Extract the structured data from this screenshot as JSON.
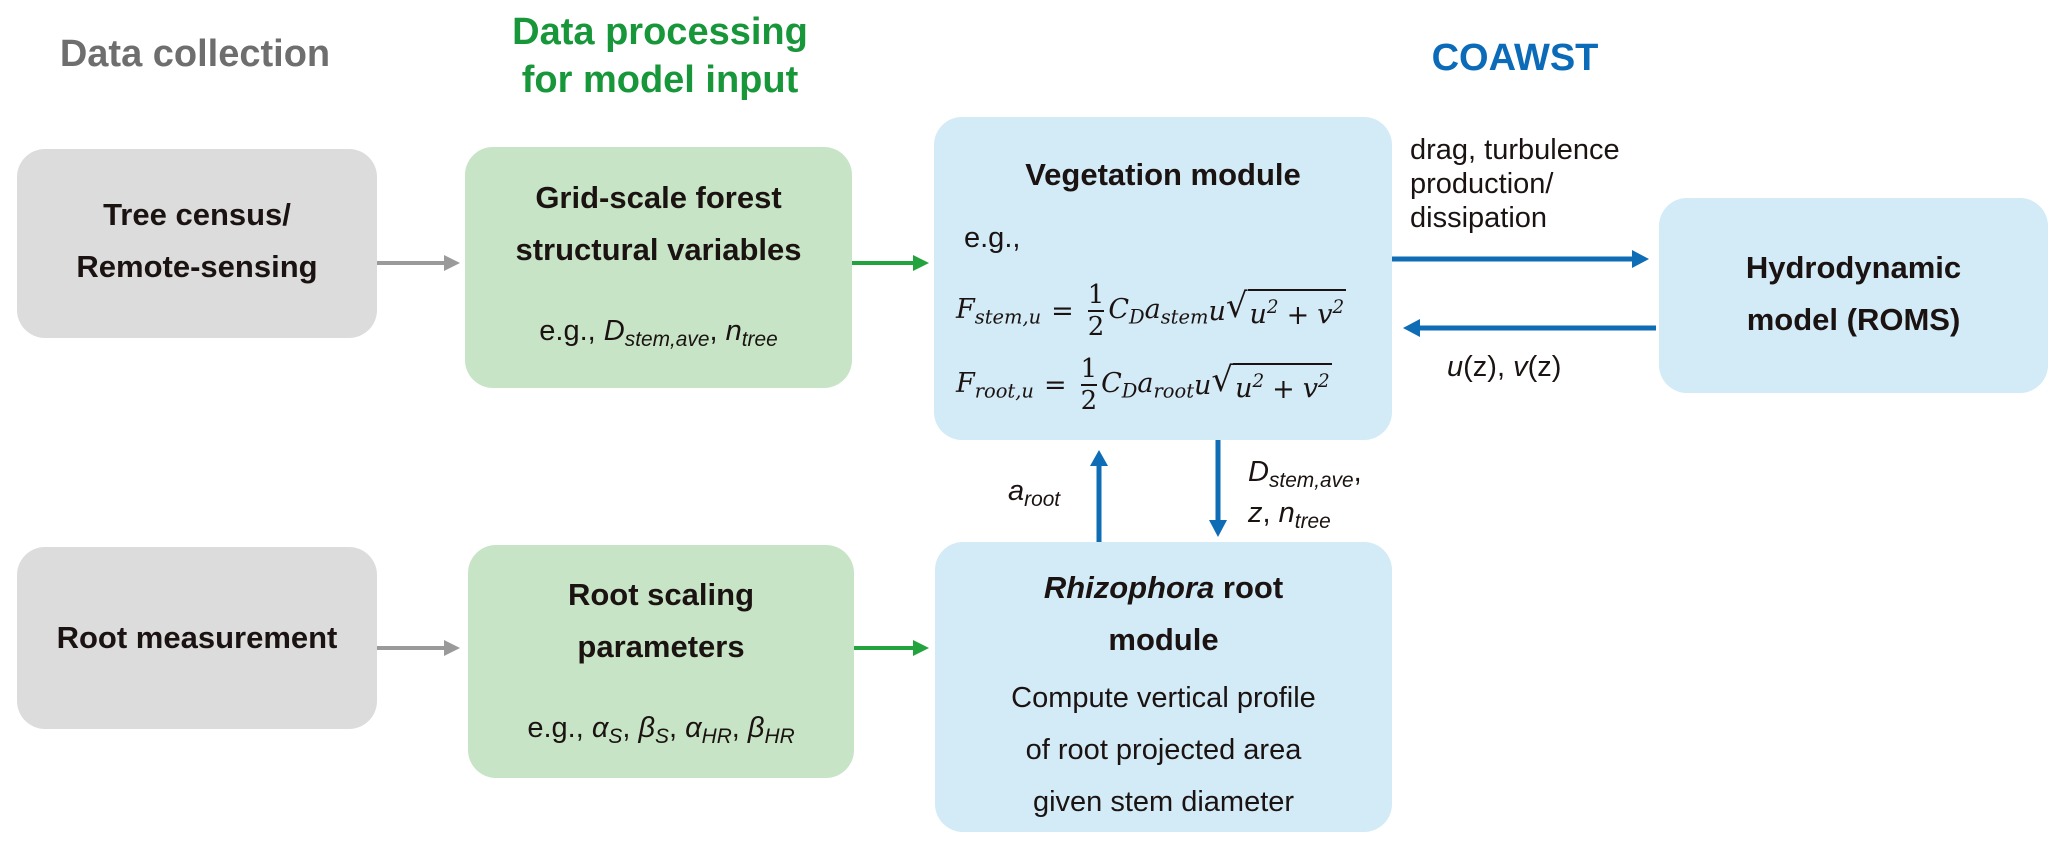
{
  "headers": {
    "data_collection": "Data collection",
    "data_processing_line1": "Data processing",
    "data_processing_line2": "for model input",
    "coawst": "COAWST"
  },
  "colors": {
    "gray_heading": "#6e6e6e",
    "green_heading": "#17963a",
    "blue_heading": "#0b6bb8",
    "gray_box": "#dcdcdc",
    "green_box": "#c8e4c6",
    "blue_box": "#d3eaf7",
    "gray_arrow": "#9a9a9a",
    "green_arrow": "#22a33e",
    "blue_arrow": "#0f6db5"
  },
  "nodes": {
    "tree_census": {
      "line1": "Tree census/",
      "line2": "Remote-sensing"
    },
    "root_measurement": {
      "label": "Root measurement"
    },
    "grid_scale": {
      "line1": "Grid-scale forest",
      "line2": "structural variables",
      "example_prefix": "e.g., ",
      "var1_base": "D",
      "var1_sub": "stem,ave",
      "sep": ", ",
      "var2_base": "n",
      "var2_sub": "tree"
    },
    "root_scaling": {
      "line1": "Root scaling",
      "line2": "parameters",
      "example_prefix": "e.g., ",
      "params": [
        {
          "base": "α",
          "sub": "S"
        },
        {
          "base": "β",
          "sub": "S"
        },
        {
          "base": "α",
          "sub": "HR"
        },
        {
          "base": "β",
          "sub": "HR"
        }
      ],
      "sep": ", "
    },
    "vegetation": {
      "title": "Vegetation module",
      "example_prefix": "e.g.,",
      "equations": [
        {
          "lhs_base": "F",
          "lhs_sub": "stem,u",
          "equals": "=",
          "num": "1",
          "den": "2",
          "cd_base": "C",
          "cd_sub": "D",
          "a_base": "a",
          "a_sub": "stem",
          "u": "u",
          "rad_u": "u",
          "rad_exp": "2",
          "plus": "+",
          "rad_v": "v",
          "rad_v_exp": "2"
        },
        {
          "lhs_base": "F",
          "lhs_sub": "root,u",
          "equals": "=",
          "num": "1",
          "den": "2",
          "cd_base": "C",
          "cd_sub": "D",
          "a_base": "a",
          "a_sub": "root",
          "u": "u",
          "rad_u": "u",
          "rad_exp": "2",
          "plus": "+",
          "rad_v": "v",
          "rad_v_exp": "2"
        }
      ]
    },
    "rhizophora": {
      "title_italic": "Rhizophora",
      "title_rest": " root",
      "title_line2": "module",
      "desc_line1": "Compute vertical profile",
      "desc_line2": "of root projected area",
      "desc_line3": "given stem diameter"
    },
    "hydrodynamic": {
      "line1": "Hydrodynamic",
      "line2": "model (ROMS)"
    }
  },
  "edge_labels": {
    "to_hydro_line1": "drag, turbulence",
    "to_hydro_line2": "production/",
    "to_hydro_line3": "dissipation",
    "from_hydro": {
      "u": "u",
      "z1": "(z), ",
      "v": "v",
      "z2": "(z)"
    },
    "a_root": {
      "base": "a",
      "sub": "root"
    },
    "to_root": {
      "d_base": "D",
      "d_sub": "stem,ave",
      "d_comma": ",",
      "z": "z",
      "sep": ", ",
      "n_base": "n",
      "n_sub": "tree"
    }
  }
}
